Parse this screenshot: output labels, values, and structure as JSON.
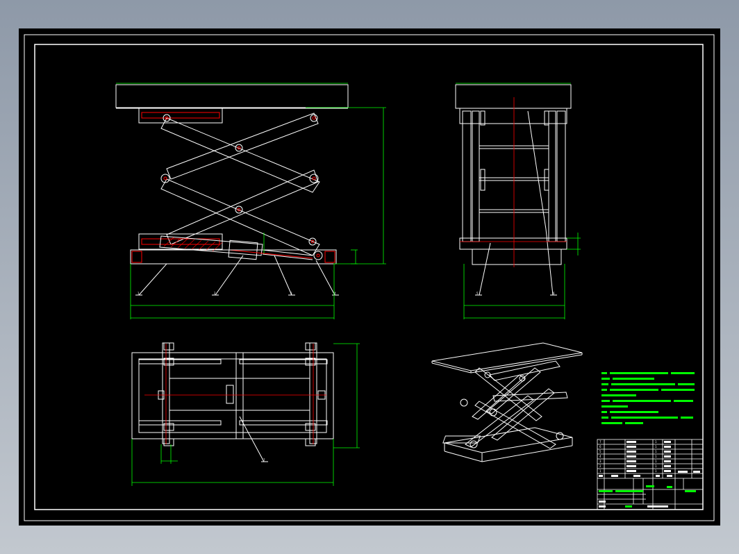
{
  "colors": {
    "background": "#000000",
    "outline": "#ffffff",
    "dimension": "#00ff00",
    "centerline": "#ff0000",
    "hatch": "#ff0000",
    "window_bg": "#9aa4b0"
  },
  "balloons": {
    "front": [
      "1",
      "2",
      "3",
      "4"
    ],
    "side": [
      "5",
      "6"
    ],
    "top": [
      "7"
    ]
  },
  "title_block": {
    "parts_rows": [
      {
        "no": "7",
        "name": "",
        "qty": "1",
        "material": ""
      },
      {
        "no": "6",
        "name": "",
        "qty": "1",
        "material": ""
      },
      {
        "no": "5",
        "name": "",
        "qty": "1",
        "material": ""
      },
      {
        "no": "4",
        "name": "",
        "qty": "1",
        "material": ""
      },
      {
        "no": "3",
        "name": "",
        "qty": "1",
        "material": ""
      },
      {
        "no": "2",
        "name": "",
        "qty": "1",
        "material": ""
      },
      {
        "no": "1",
        "name": "",
        "qty": "1",
        "material": ""
      }
    ]
  }
}
